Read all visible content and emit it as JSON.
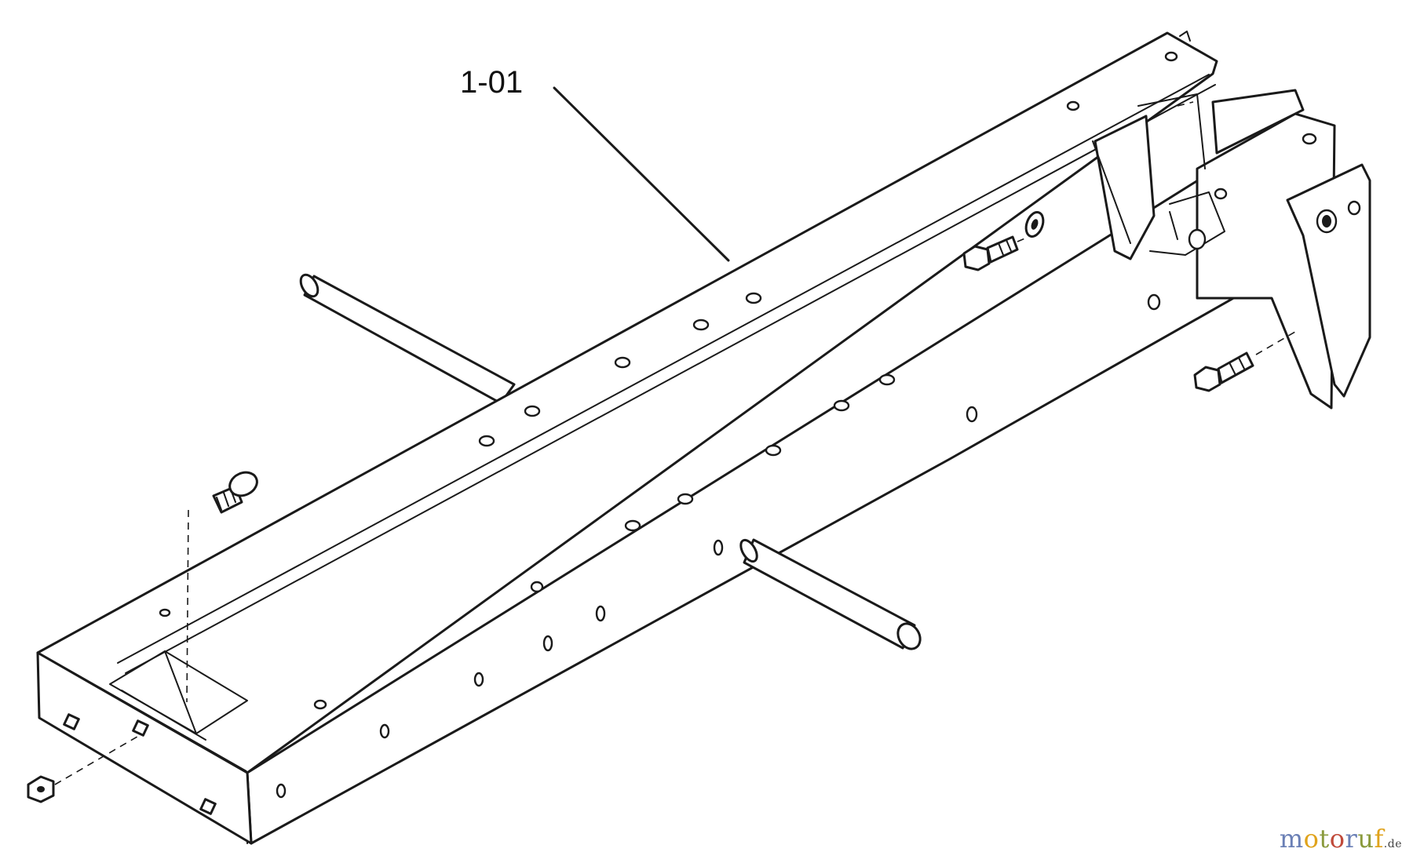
{
  "diagram": {
    "part_label": "1-01"
  },
  "watermark": {
    "letters": [
      {
        "ch": "m",
        "color": "#6a7fb5"
      },
      {
        "ch": "o",
        "color": "#e0a31c"
      },
      {
        "ch": "t",
        "color": "#8a9a3c"
      },
      {
        "ch": "o",
        "color": "#c04a3a"
      },
      {
        "ch": "r",
        "color": "#6a7fb5"
      },
      {
        "ch": "u",
        "color": "#8a9a3c"
      },
      {
        "ch": "f",
        "color": "#e0a31c"
      }
    ],
    "tld": ".de"
  }
}
